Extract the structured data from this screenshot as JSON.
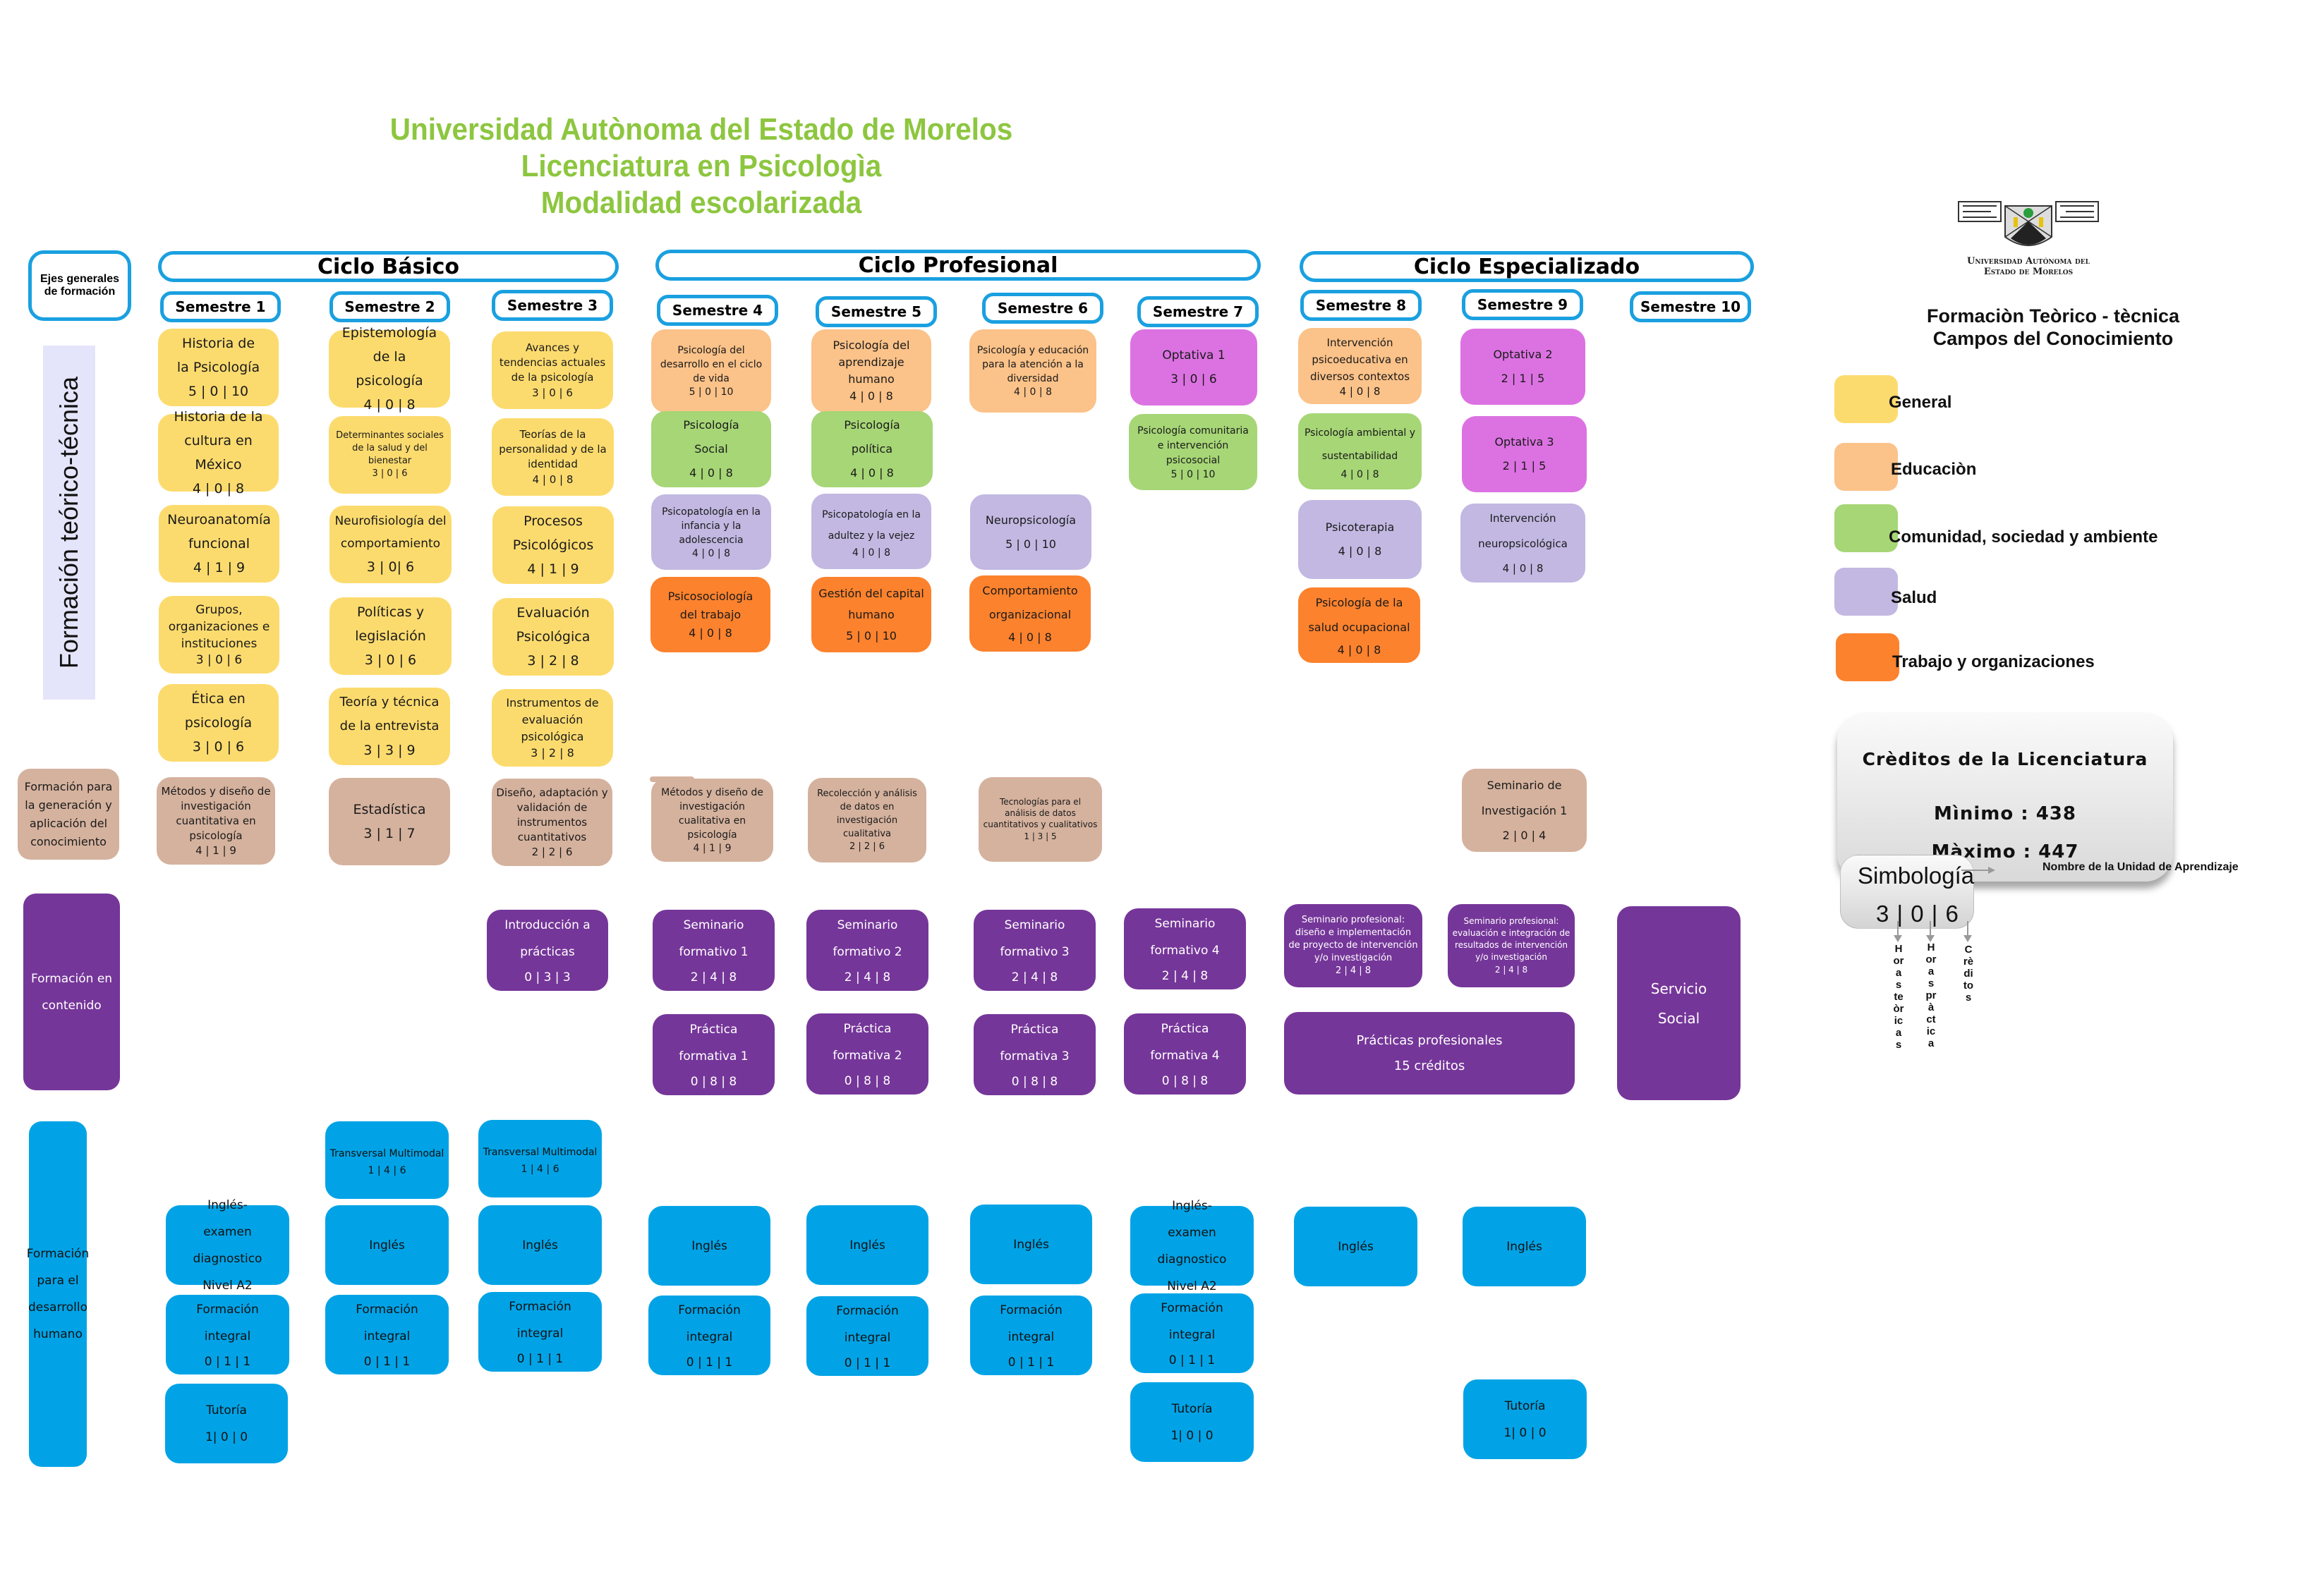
{
  "title": {
    "line1": "Universidad Autònoma del Estado de Morelos",
    "line2": "Licenciatura en Psicologìa",
    "line3": "Modalidad escolarizada"
  },
  "axes_header": "Ejes generales de formación",
  "cycles": [
    {
      "label": "Ciclo Básico"
    },
    {
      "label": "Ciclo Profesional"
    },
    {
      "label": "Ciclo Especializado"
    }
  ],
  "semesters": [
    "Semestre 1",
    "Semestre 2",
    "Semestre 3",
    "Semestre 4",
    "Semestre 5",
    "Semestre 6",
    "Semestre 7",
    "Semestre 8",
    "Semestre 9",
    "Semestre 10"
  ],
  "axes": {
    "teorico": "Formación teórico-técnica",
    "generacion": "Formación para la generación y aplicación del conocimiento",
    "contenido": "Formación en contenido",
    "desarrollo": "Formación para el desarrollo humano"
  },
  "courses": {
    "s1": [
      {
        "name": "Historia de la Psicología",
        "hours": "5 | 0 | 10",
        "field": "General"
      },
      {
        "name": "Historia de la cultura en México",
        "hours": "4 | 0 | 8",
        "field": "General"
      },
      {
        "name": "Neuroanatomía funcional",
        "hours": "4 | 1 | 9",
        "field": "General"
      },
      {
        "name": "Grupos, organizaciones e instituciones",
        "hours": "3 | 0 | 6",
        "field": "General"
      },
      {
        "name": "Ética en psicología",
        "hours": "3 | 0 | 6",
        "field": "General"
      },
      {
        "name": "Métodos y diseño de investigación cuantitativa en psicología",
        "hours": "4 | 1 | 9",
        "field": "Investigación"
      }
    ],
    "s2": [
      {
        "name": "Epistemología de la psicología",
        "hours": "4 | 0 | 8",
        "field": "General"
      },
      {
        "name": "Determinantes sociales de la salud y del bienestar",
        "hours": "3 | 0 | 6",
        "field": "General"
      },
      {
        "name": "Neurofisiología del comportamiento",
        "hours": "3 | 0| 6",
        "field": "General"
      },
      {
        "name": "Políticas y legislación",
        "hours": "3 | 0 | 6",
        "field": "General"
      },
      {
        "name": "Teoría y técnica de la entrevista",
        "hours": "3 | 3 | 9",
        "field": "General"
      },
      {
        "name": "Estadística",
        "hours": "3 | 1 | 7",
        "field": "Investigación"
      }
    ],
    "s3": [
      {
        "name": "Avances y tendencias actuales de la psicología",
        "hours": "3 | 0 | 6",
        "field": "General"
      },
      {
        "name": "Teorías de la personalidad y de la identidad",
        "hours": "4 | 0 | 8",
        "field": "General"
      },
      {
        "name": "Procesos Psicológicos",
        "hours": "4 | 1 | 9",
        "field": "General"
      },
      {
        "name": "Evaluación Psicológica",
        "hours": "3 | 2 | 8",
        "field": "General"
      },
      {
        "name": "Instrumentos de evaluación psicológica",
        "hours": "3 | 2 | 8",
        "field": "General"
      },
      {
        "name": "Diseño, adaptación y validación de instrumentos cuantitativos",
        "hours": "2 | 2 | 6",
        "field": "Investigación"
      }
    ],
    "s4": [
      {
        "name": "Psicología del desarrollo en el ciclo de vida",
        "hours": "5 | 0 | 10",
        "field": "Educación"
      },
      {
        "name": "Psicología Social",
        "hours": "4 | 0 | 8",
        "field": "Comunidad"
      },
      {
        "name": "Psicopatología en la infancia y la adolescencia",
        "hours": "4 | 0 | 8",
        "field": "Salud"
      },
      {
        "name": "Psicosociología del trabajo",
        "hours": "4 | 0 | 8",
        "field": "Trabajo"
      },
      {
        "name": "Métodos y diseño de investigación cualitativa en psicología",
        "hours": "4 | 1 | 9",
        "field": "Investigación"
      }
    ],
    "s5": [
      {
        "name": "Psicología del aprendizaje humano",
        "hours": "4 | 0 | 8",
        "field": "Educación"
      },
      {
        "name": "Psicología política",
        "hours": "4 | 0 | 8",
        "field": "Comunidad"
      },
      {
        "name": "Psicopatología en la adultez y la vejez",
        "hours": "4 | 0 | 8",
        "field": "Salud"
      },
      {
        "name": "Gestión del capital humano",
        "hours": "5 | 0 | 10",
        "field": "Trabajo"
      },
      {
        "name": "Recolección y análisis de datos en investigación cualitativa",
        "hours": "2 | 2 | 6",
        "field": "Investigación"
      }
    ],
    "s6": [
      {
        "name": "Psicología y educación para la atención a la diversidad",
        "hours": "4 | 0 | 8",
        "field": "Educación"
      },
      {
        "name": "Neuropsicología",
        "hours": "5 | 0 | 10",
        "field": "Salud"
      },
      {
        "name": "Comportamiento organizacional",
        "hours": "4 | 0 | 8",
        "field": "Trabajo"
      },
      {
        "name": "Tecnologías para el análisis de datos cuantitativos y cualitativos",
        "hours": "1 | 3 | 5",
        "field": "Investigación"
      }
    ],
    "s7": [
      {
        "name": "Optativa 1",
        "hours": "3 | 0 | 6",
        "field": "Optativa"
      },
      {
        "name": "Psicología comunitaria e intervención psicosocial",
        "hours": "5 | 0 | 10",
        "field": "Comunidad"
      }
    ],
    "s8": [
      {
        "name": "Intervención psicoeducativa en diversos contextos",
        "hours": "4 | 0 | 8",
        "field": "Educación"
      },
      {
        "name": "Psicología ambiental y sustentabilidad",
        "hours": "4 | 0 | 8",
        "field": "Comunidad"
      },
      {
        "name": "Psicoterapia",
        "hours": "4 | 0 | 8",
        "field": "Salud"
      },
      {
        "name": "Psicología de la salud ocupacional",
        "hours": "4 | 0 | 8",
        "field": "Trabajo"
      }
    ],
    "s9": [
      {
        "name": "Optativa 2",
        "hours": "2 | 1 | 5",
        "field": "Optativa"
      },
      {
        "name": "Optativa 3",
        "hours": "2 | 1 | 5",
        "field": "Optativa"
      },
      {
        "name": "Intervención neuropsicológica",
        "hours": "4 | 0 | 8",
        "field": "Salud"
      },
      {
        "name": "Seminario de Investigación 1",
        "hours": "2 | 0 | 4",
        "field": "Investigación"
      }
    ]
  },
  "contenido": {
    "intro": {
      "name": "Introducción a prácticas",
      "hours": "0 | 3 | 3"
    },
    "seminarios": [
      {
        "name": "Seminario formativo 1",
        "hours": "2 | 4 | 8"
      },
      {
        "name": "Seminario formativo 2",
        "hours": "2 | 4 | 8"
      },
      {
        "name": "Seminario formativo 3",
        "hours": "2 | 4 | 8"
      },
      {
        "name": "Seminario formativo 4",
        "hours": "2 | 4 | 8"
      }
    ],
    "practicas": [
      {
        "name": "Práctica formativa 1",
        "hours": "0 | 8 | 8"
      },
      {
        "name": "Práctica formativa 2",
        "hours": "0 | 8 | 8"
      },
      {
        "name": "Práctica formativa 3",
        "hours": "0 | 8 | 8"
      },
      {
        "name": "Práctica formativa 4",
        "hours": "0 | 8 | 8"
      }
    ],
    "sem_prof_1": {
      "name": "Seminario profesional: diseño e implementación de proyecto de intervención y/o investigación",
      "hours": "2 | 4 | 8"
    },
    "sem_prof_2": {
      "name": "Seminario profesional: evaluación e integración de resultados de intervención y/o investigación",
      "hours": "2 | 4 | 8"
    },
    "practicas_prof": {
      "name": "Prácticas profesionales",
      "credits": "15 créditos"
    },
    "servicio": {
      "name": "Servicio Social"
    }
  },
  "desarrollo": {
    "transversal": {
      "name": "Transversal Multimodal",
      "hours": "1 | 4 | 6"
    },
    "ingles_dx": {
      "name": "Inglés- examen diagnostico Nivel A2"
    },
    "ingles": {
      "name": "Inglés"
    },
    "integral": {
      "name": "Formación integral",
      "hours": "0 | 1 | 1"
    },
    "tutoria": {
      "name": "Tutoría",
      "hours": "1| 0 | 0"
    }
  },
  "logo": {
    "line1": "Universidad Autónoma del",
    "line2": "Estado de Morelos"
  },
  "legend": {
    "title1": "Formaciòn Teòrico - tècnica",
    "title2": "Campos del Conocimiento",
    "items": [
      {
        "label": "General",
        "color": "#fcdb6e"
      },
      {
        "label": "Educaciòn",
        "color": "#fbc289"
      },
      {
        "label": "Comunidad, sociedad y ambiente",
        "color": "#a6d676"
      },
      {
        "label": "Salud",
        "color": "#c2b8e2"
      },
      {
        "label": "Trabajo y organizaciones",
        "color": "#fc822d"
      }
    ]
  },
  "credits": {
    "title": "Crèditos de la Licenciatura",
    "min": "Mìnimo : 438",
    "max": "Màximo : 447"
  },
  "symbology": {
    "title": "Simbología",
    "example": "3 | 0 | 6",
    "name_label": "Nombre de la Unidad de Aprendizaje",
    "teoricas": "Horas teòricas",
    "practica": "Horas pràctica",
    "creditos": "Crèditos"
  },
  "colors": {
    "title_green": "#8dc63f",
    "header_blue": "#1aa0e0",
    "general": "#fcdb6e",
    "educacion": "#fbc289",
    "comunidad": "#a6d676",
    "salud": "#c2b8e2",
    "trabajo": "#fc822d",
    "optativa": "#dc72e2",
    "investigacion": "#d5b29e",
    "contenido": "#753699",
    "desarrollo": "#01a3e6"
  }
}
